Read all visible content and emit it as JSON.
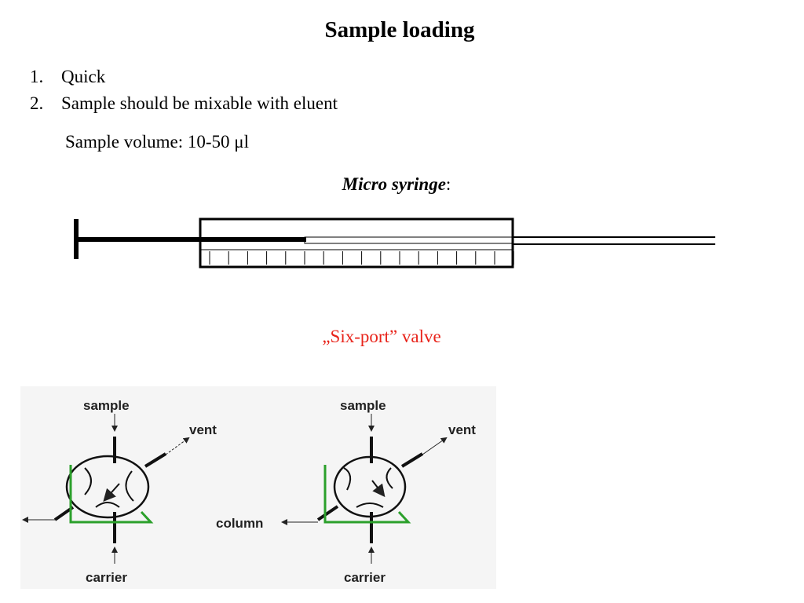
{
  "title": "Sample loading",
  "list": [
    {
      "num": "1.",
      "text": "Quick"
    },
    {
      "num": "2.",
      "text": "Sample should be mixable with eluent"
    }
  ],
  "volume": {
    "prefix": "Sample volume: 10-50 ",
    "unit": "μl"
  },
  "syringe": {
    "label": "Micro syringe",
    "suffix": ":"
  },
  "valve": {
    "caption": "„Six-port” valve",
    "caption_color": "#e8231a",
    "line_color": "#2ba02b",
    "left": {
      "sample": "sample",
      "vent": "vent",
      "carrier": "carrier"
    },
    "right": {
      "sample": "sample",
      "vent": "vent",
      "column": "column",
      "carrier": "carrier"
    }
  }
}
